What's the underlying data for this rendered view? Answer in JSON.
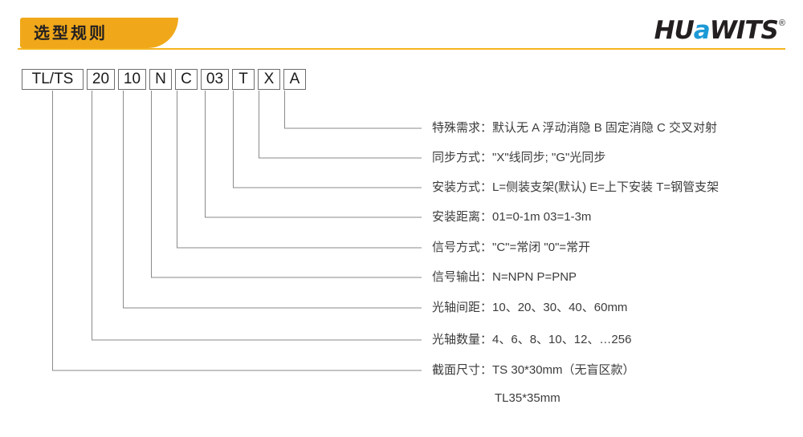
{
  "header": {
    "banner_title": "选型规则",
    "logo": {
      "part1": "HU",
      "part2": "a",
      "part3": "WITS",
      "registered": "®"
    },
    "accent_color": "#f0a81a",
    "logo_blue": "#1c9ad6"
  },
  "code_boxes": [
    {
      "text": "TL/TS"
    },
    {
      "text": "20"
    },
    {
      "text": "10"
    },
    {
      "text": "N"
    },
    {
      "text": "C"
    },
    {
      "text": "03"
    },
    {
      "text": "T"
    },
    {
      "text": "X"
    },
    {
      "text": "A"
    }
  ],
  "descriptions": [
    {
      "label": "特殊需求：",
      "value": "默认无  A 浮动消隐  B 固定消隐  C 交叉对射"
    },
    {
      "label": "同步方式：",
      "value": "\"X\"线同步; \"G\"光同步"
    },
    {
      "label": "安装方式：",
      "value": "L=侧装支架(默认)  E=上下安装  T=钢管支架"
    },
    {
      "label": "安装距离：",
      "value": "01=0-1m  03=1-3m"
    },
    {
      "label": "信号方式：",
      "value": "\"C\"=常闭  \"0\"=常开"
    },
    {
      "label": "信号输出：",
      "value": "N=NPN  P=PNP"
    },
    {
      "label": "光轴间距：",
      "value": "10、20、30、40、60mm"
    },
    {
      "label": "光轴数量：",
      "value": "4、6、8、10、12、…256"
    },
    {
      "label": "截面尺寸：",
      "value": "TS 30*30mm（无盲区款）"
    }
  ],
  "extra_line": "TL35*35mm"
}
